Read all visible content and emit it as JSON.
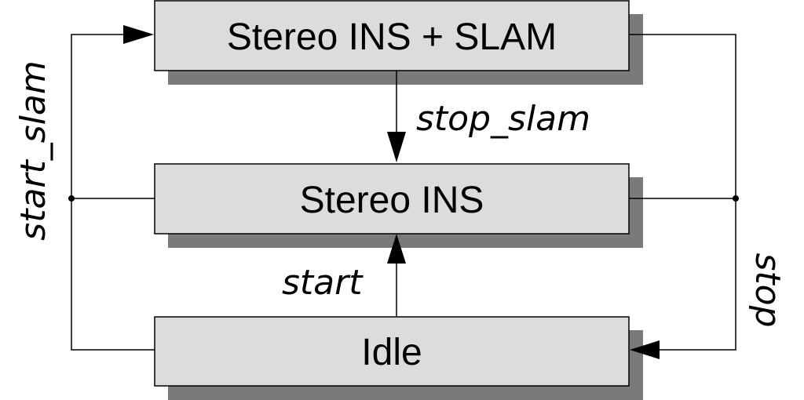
{
  "colors": {
    "box_fill": "#dcdcdc",
    "shadow": "#7a7a7a",
    "line": "#000000",
    "background": "#ffffff"
  },
  "states": {
    "top": "Stereo INS + SLAM",
    "middle": "Stereo INS",
    "bottom": "Idle"
  },
  "transitions": {
    "stop_slam": "stop_slam",
    "start": "start",
    "start_slam": "start_slam",
    "stop": "stop"
  }
}
